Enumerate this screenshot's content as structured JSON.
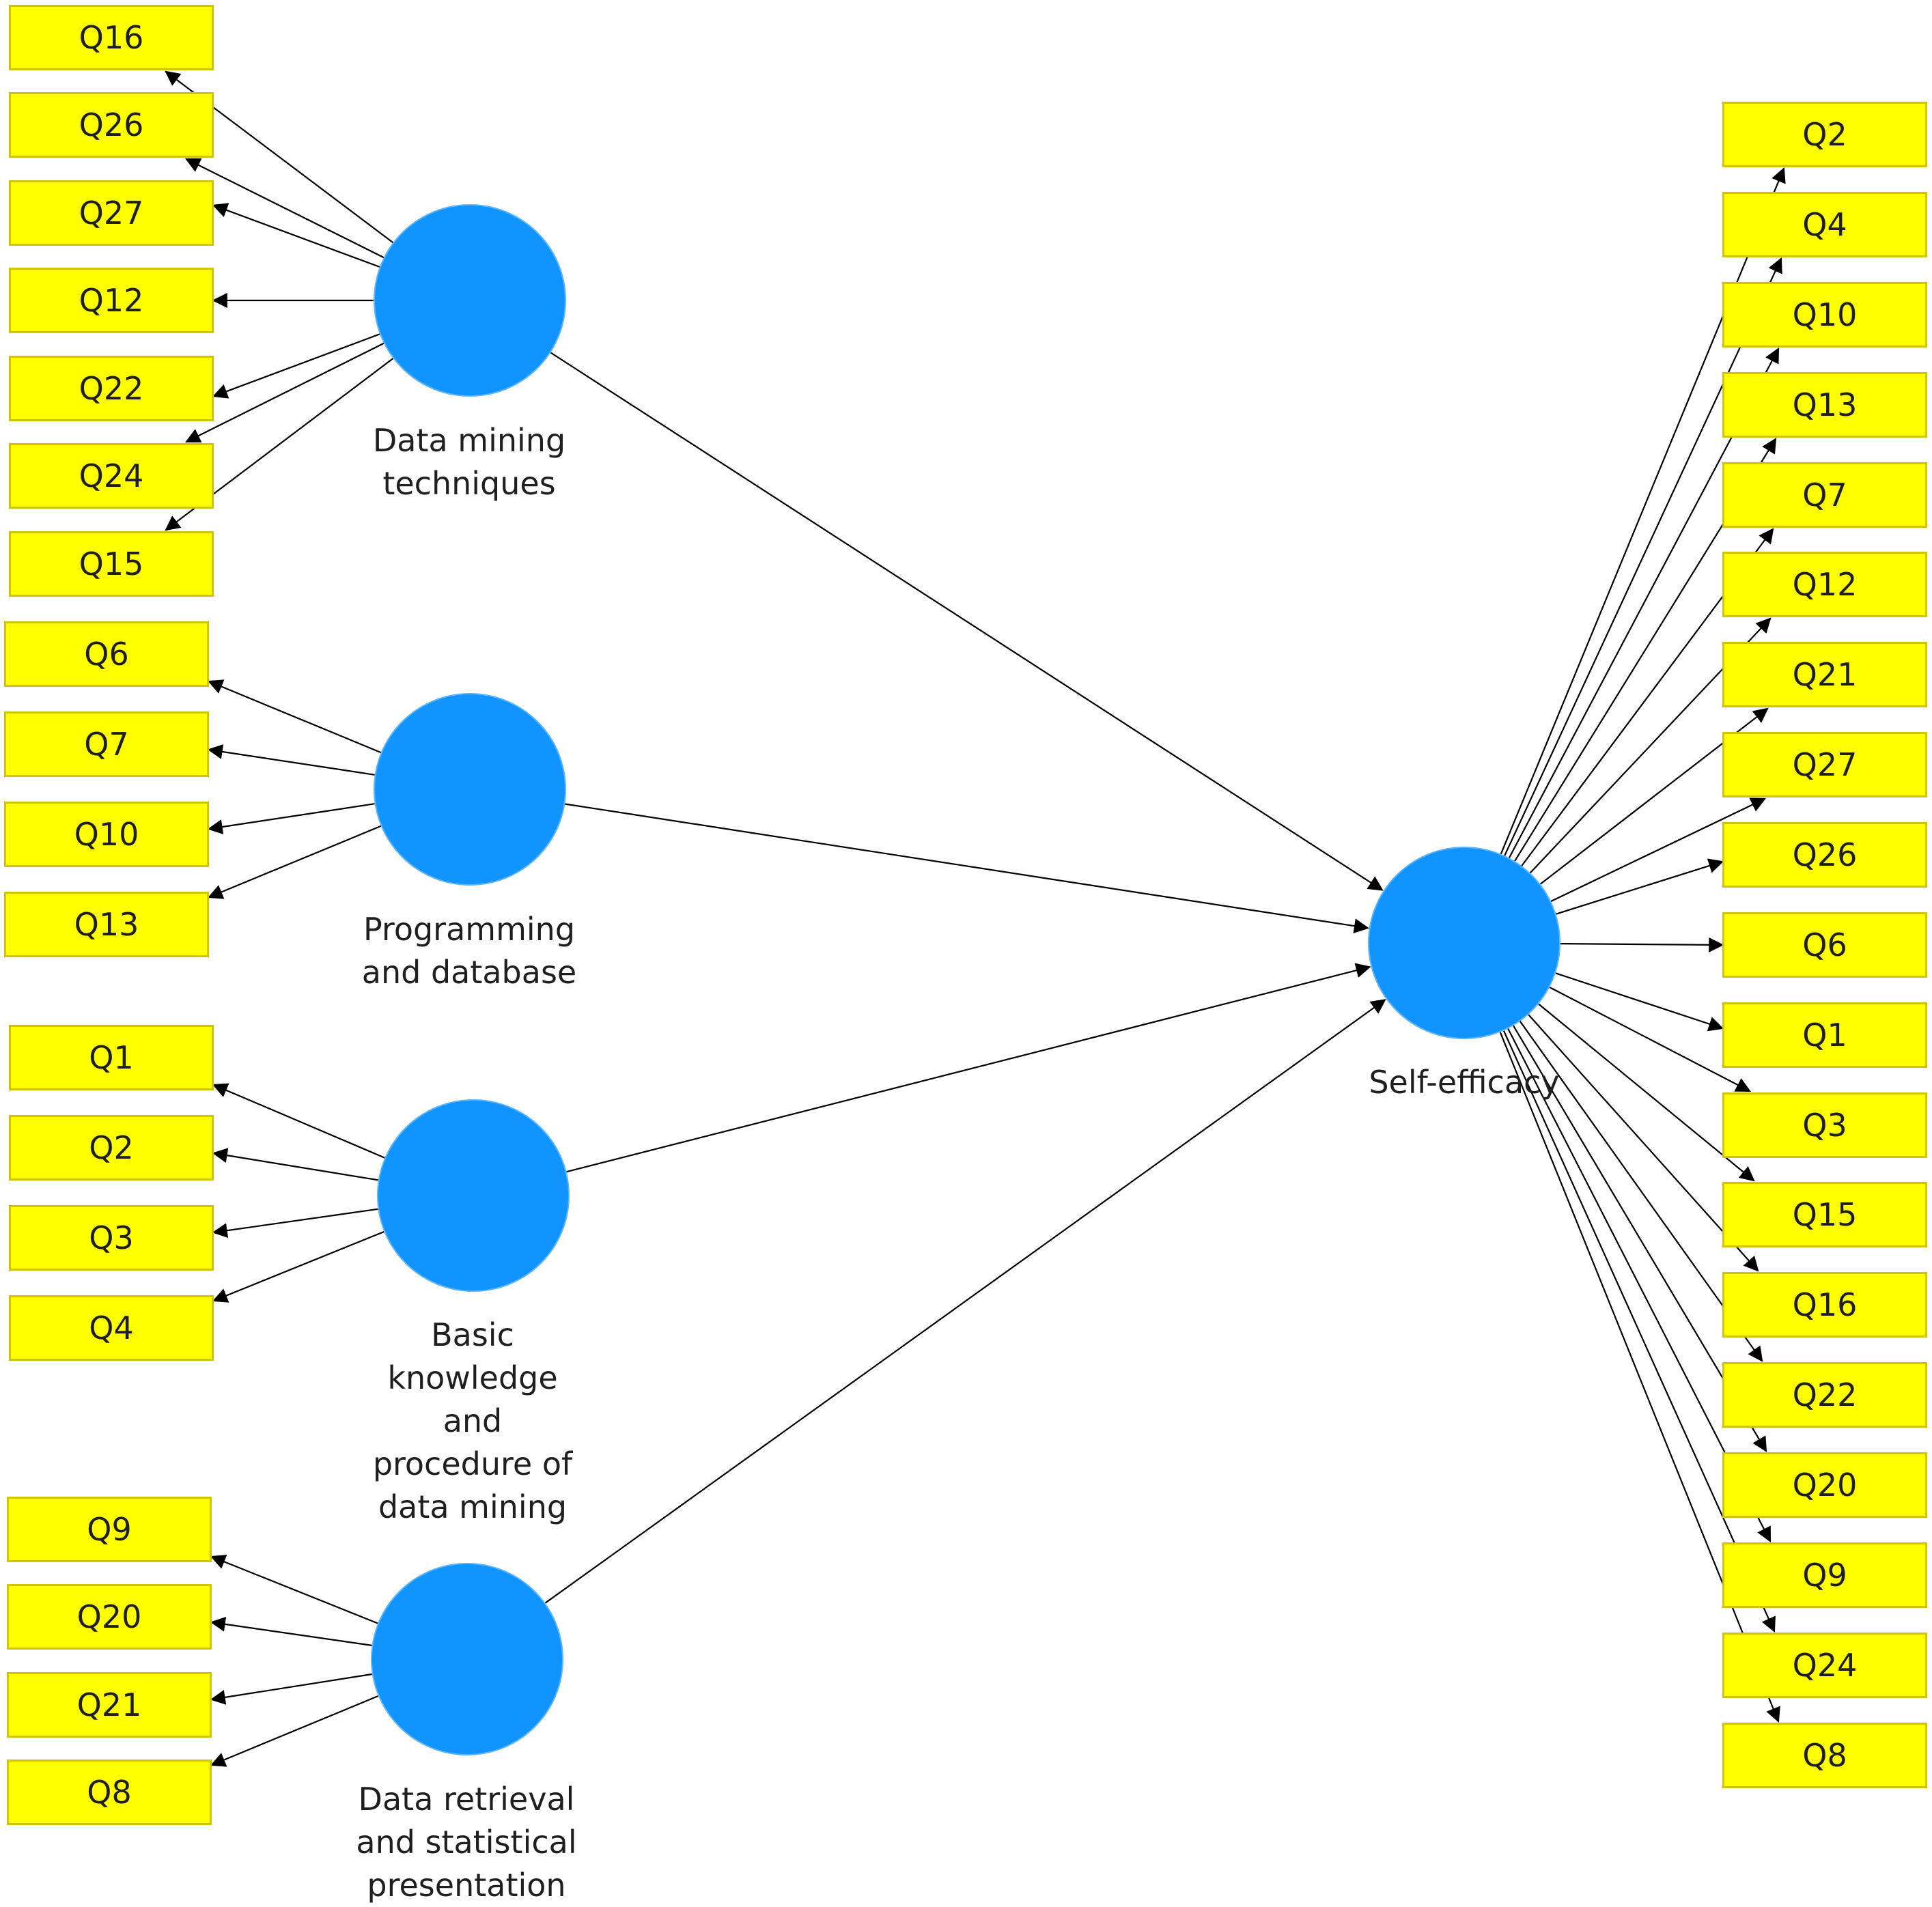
{
  "constructs": {
    "dm": {
      "label": "Data mining\ntechniques"
    },
    "pd": {
      "label": "Programming\nand database"
    },
    "bk": {
      "label": "Basic\nknowledge\nand\nprocedure of\ndata mining"
    },
    "dr": {
      "label": "Data retrieval\nand statistical\npresentation"
    },
    "se": {
      "label": "Self-efficacy"
    }
  },
  "indicators": {
    "dm": [
      "Q16",
      "Q26",
      "Q27",
      "Q12",
      "Q22",
      "Q24",
      "Q15"
    ],
    "pd": [
      "Q6",
      "Q7",
      "Q10",
      "Q13"
    ],
    "bk": [
      "Q1",
      "Q2",
      "Q3",
      "Q4"
    ],
    "dr": [
      "Q9",
      "Q20",
      "Q21",
      "Q8"
    ],
    "se": [
      "Q2",
      "Q4",
      "Q10",
      "Q13",
      "Q7",
      "Q12",
      "Q21",
      "Q27",
      "Q26",
      "Q6",
      "Q1",
      "Q3",
      "Q15",
      "Q16",
      "Q22",
      "Q20",
      "Q9",
      "Q24",
      "Q8"
    ]
  },
  "colors": {
    "latent": "#1294ff",
    "indicator": "#ffff00",
    "line": "#000000"
  }
}
